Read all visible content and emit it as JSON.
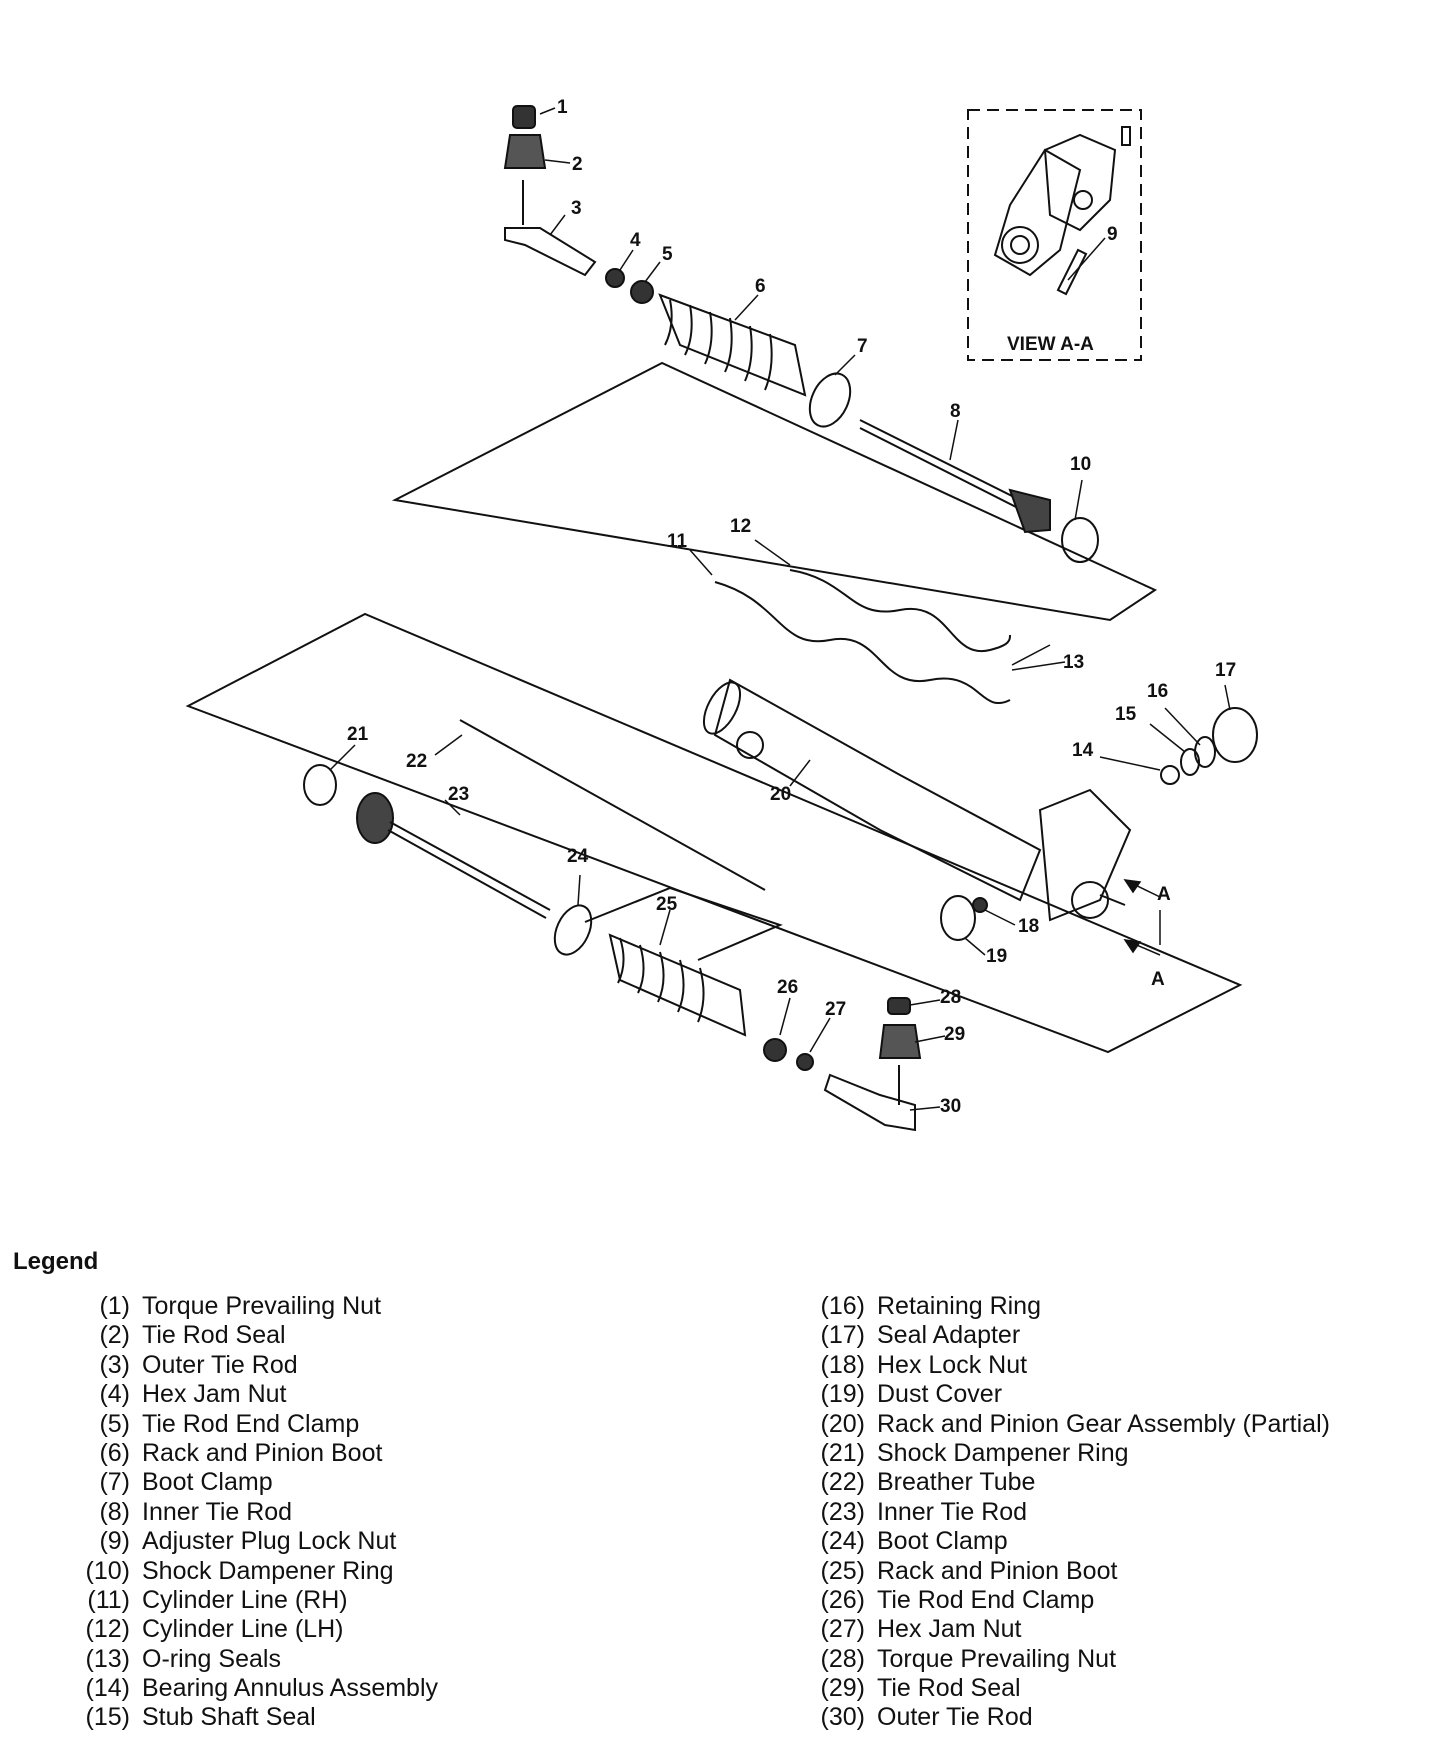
{
  "diagram": {
    "view_label": "VIEW A-A",
    "section_marker": "A",
    "callouts": [
      "1",
      "2",
      "3",
      "4",
      "5",
      "6",
      "7",
      "8",
      "9",
      "10",
      "11",
      "12",
      "13",
      "14",
      "15",
      "16",
      "17",
      "18",
      "19",
      "20",
      "21",
      "22",
      "23",
      "24",
      "25",
      "26",
      "27",
      "28",
      "29",
      "30"
    ]
  },
  "legend": {
    "title": "Legend",
    "left": [
      {
        "num": "(1)",
        "label": "Torque Prevailing Nut"
      },
      {
        "num": "(2)",
        "label": "Tie Rod Seal"
      },
      {
        "num": "(3)",
        "label": "Outer Tie Rod"
      },
      {
        "num": "(4)",
        "label": "Hex Jam Nut"
      },
      {
        "num": "(5)",
        "label": "Tie Rod End Clamp"
      },
      {
        "num": "(6)",
        "label": "Rack and Pinion Boot"
      },
      {
        "num": "(7)",
        "label": "Boot Clamp"
      },
      {
        "num": "(8)",
        "label": "Inner Tie Rod"
      },
      {
        "num": "(9)",
        "label": "Adjuster Plug Lock Nut"
      },
      {
        "num": "(10)",
        "label": "Shock Dampener Ring"
      },
      {
        "num": "(11)",
        "label": "Cylinder Line (RH)"
      },
      {
        "num": "(12)",
        "label": "Cylinder Line (LH)"
      },
      {
        "num": "(13)",
        "label": "O-ring Seals"
      },
      {
        "num": "(14)",
        "label": "Bearing Annulus Assembly"
      },
      {
        "num": "(15)",
        "label": "Stub Shaft Seal"
      }
    ],
    "right": [
      {
        "num": "(16)",
        "label": "Retaining Ring"
      },
      {
        "num": "(17)",
        "label": "Seal Adapter"
      },
      {
        "num": "(18)",
        "label": "Hex Lock Nut"
      },
      {
        "num": "(19)",
        "label": "Dust Cover"
      },
      {
        "num": "(20)",
        "label": "Rack and Pinion Gear Assembly (Partial)"
      },
      {
        "num": "(21)",
        "label": "Shock Dampener Ring"
      },
      {
        "num": "(22)",
        "label": "Breather Tube"
      },
      {
        "num": "(23)",
        "label": "Inner Tie Rod"
      },
      {
        "num": "(24)",
        "label": "Boot Clamp"
      },
      {
        "num": "(25)",
        "label": "Rack and Pinion Boot"
      },
      {
        "num": "(26)",
        "label": "Tie Rod End Clamp"
      },
      {
        "num": "(27)",
        "label": "Hex Jam Nut"
      },
      {
        "num": "(28)",
        "label": "Torque Prevailing Nut"
      },
      {
        "num": "(29)",
        "label": "Tie Rod Seal"
      },
      {
        "num": "(30)",
        "label": "Outer Tie Rod"
      }
    ]
  }
}
